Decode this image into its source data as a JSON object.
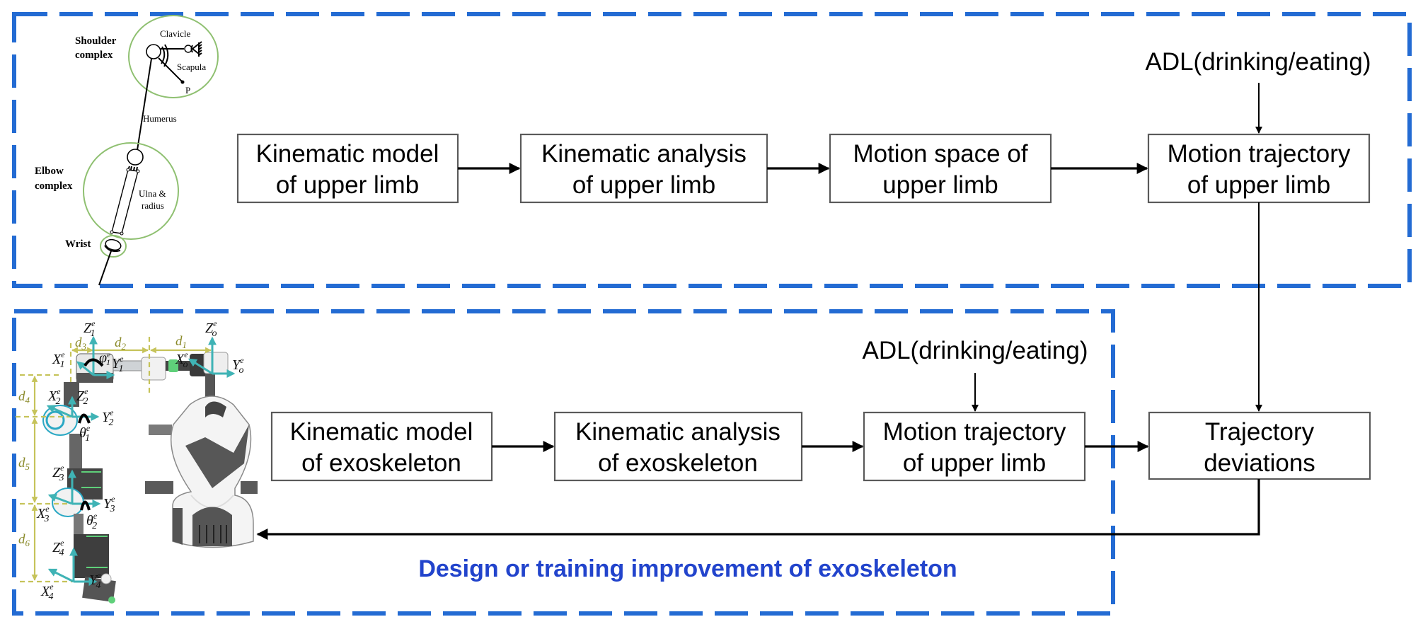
{
  "colors": {
    "frame_blue": "#236bd3",
    "caption_blue": "#2244cc",
    "anatomy_green": "#8fc071",
    "axis_teal": "#3fb3b5",
    "dimension_olive": "#c6c35a"
  },
  "upper_section": {
    "anatomy": {
      "shoulder_label_line1": "Shoulder",
      "shoulder_label_line2": "complex",
      "clavicle": "Clavicle",
      "scapula": "Scapula",
      "point_p": "P",
      "humerus": "Humerus",
      "elbow_label_line1": "Elbow",
      "elbow_label_line2": "complex",
      "ulna_line1": "Ulna &",
      "ulna_line2": "radius",
      "wrist": "Wrist"
    },
    "adl_input": "ADL(drinking/eating)",
    "boxes": [
      {
        "line1": "Kinematic model",
        "line2": "of upper limb"
      },
      {
        "line1": "Kinematic analysis",
        "line2": "of upper limb"
      },
      {
        "line1": "Motion space of",
        "line2": "upper limb"
      },
      {
        "line1": "Motion trajectory",
        "line2": "of upper limb"
      }
    ]
  },
  "lower_section": {
    "exoskeleton_labels": {
      "z1": "Z",
      "z1_sub": "1",
      "zo": "Z",
      "zo_sub": "o",
      "x1": "X",
      "x1_sub": "1",
      "y1": "Y",
      "y1_sub": "1",
      "phi1": "φ",
      "phi1_sub": "1",
      "xo": "X",
      "xo_sub": "o",
      "yo": "Y",
      "yo_sub": "o",
      "x2": "X",
      "x2_sub": "2",
      "z2": "Z",
      "z2_sub": "2",
      "y2": "Y",
      "y2_sub": "2",
      "theta1": "θ",
      "theta1_sub": "1",
      "z3": "Z",
      "z3_sub": "3",
      "y3": "Y",
      "y3_sub": "3",
      "x3": "X",
      "x3_sub": "3",
      "theta2": "θ",
      "theta2_sub": "2",
      "z4": "Z",
      "z4_sub": "4",
      "y4": "Y",
      "y4_sub": "4",
      "x4": "X",
      "x4_sub": "4",
      "sup": "e",
      "d1": "d",
      "d1_sub": "1",
      "d2": "d",
      "d2_sub": "2",
      "d3": "d",
      "d3_sub": "3",
      "d4": "d",
      "d4_sub": "4",
      "d5": "d",
      "d5_sub": "5",
      "d6": "d",
      "d6_sub": "6"
    },
    "adl_input": "ADL(drinking/eating)",
    "boxes": [
      {
        "line1": "Kinematic model",
        "line2": "of exoskeleton"
      },
      {
        "line1": "Kinematic analysis",
        "line2": "of exoskeleton"
      },
      {
        "line1": "Motion trajectory",
        "line2": "of upper limb"
      }
    ],
    "caption": "Design or training improvement of exoskeleton"
  },
  "comparison_box": {
    "line1": "Trajectory",
    "line2": "deviations"
  }
}
